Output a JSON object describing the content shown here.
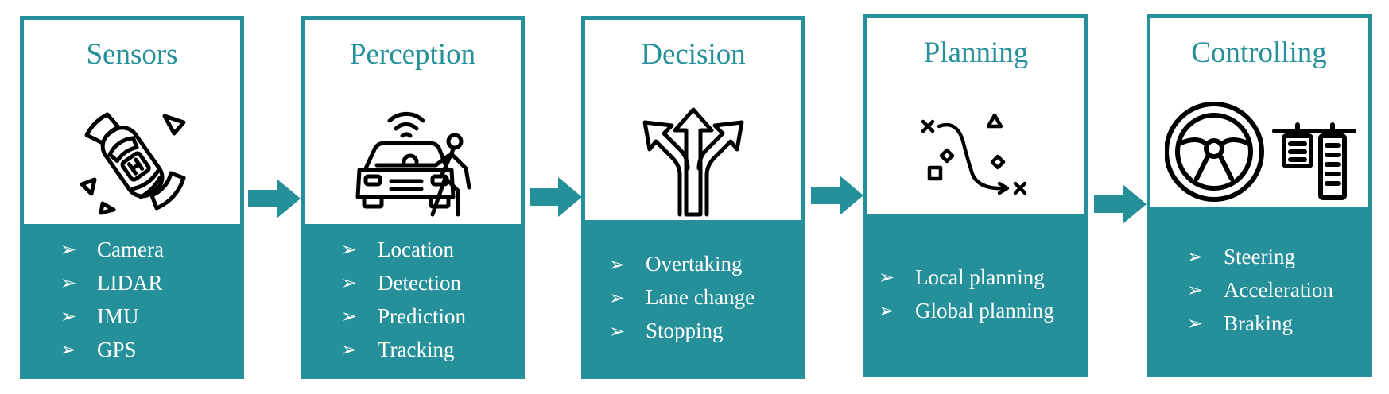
{
  "stages": [
    {
      "title": "Sensors",
      "icon": "car-sensors-icon",
      "items": [
        "Camera",
        "LIDAR",
        "IMU",
        "GPS"
      ]
    },
    {
      "title": "Perception",
      "icon": "car-pedestrian-icon",
      "items": [
        "Location",
        "Detection",
        "Prediction",
        "Tracking"
      ]
    },
    {
      "title": "Decision",
      "icon": "branching-arrows-icon",
      "items": [
        "Overtaking",
        "Lane change",
        "Stopping"
      ]
    },
    {
      "title": "Planning",
      "icon": "route-map-icon",
      "items": [
        "Local planning",
        "Global planning"
      ]
    },
    {
      "title": "Controlling",
      "icon": "steering-pedals-icon",
      "items": [
        "Steering",
        "Acceleration",
        "Braking"
      ]
    }
  ],
  "colors": {
    "accent": "#25909a",
    "icon_stroke": "#000000",
    "text_on_accent": "#ffffff"
  },
  "bullet_glyph": "➢"
}
